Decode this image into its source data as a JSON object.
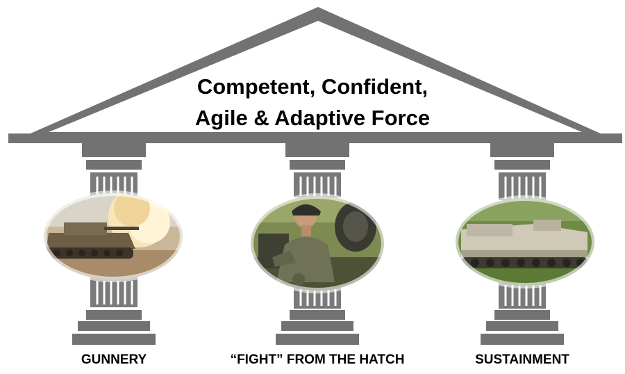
{
  "roof": {
    "line1": "Competent, Confident,",
    "line2": "Agile & Adaptive Force"
  },
  "pillars": [
    {
      "label": "GUNNERY",
      "photo": "tank-firing-photo"
    },
    {
      "label": "“FIGHT” FROM THE HATCH",
      "photo": "soldier-in-hatch-photo"
    },
    {
      "label": "SUSTAINMENT",
      "photo": "recovery-vehicle-photo"
    }
  ],
  "colors": {
    "pillar": "#727272",
    "pillar_dark": "#5a5a5a",
    "roof_fill": "#ffffff",
    "text": "#000000"
  }
}
